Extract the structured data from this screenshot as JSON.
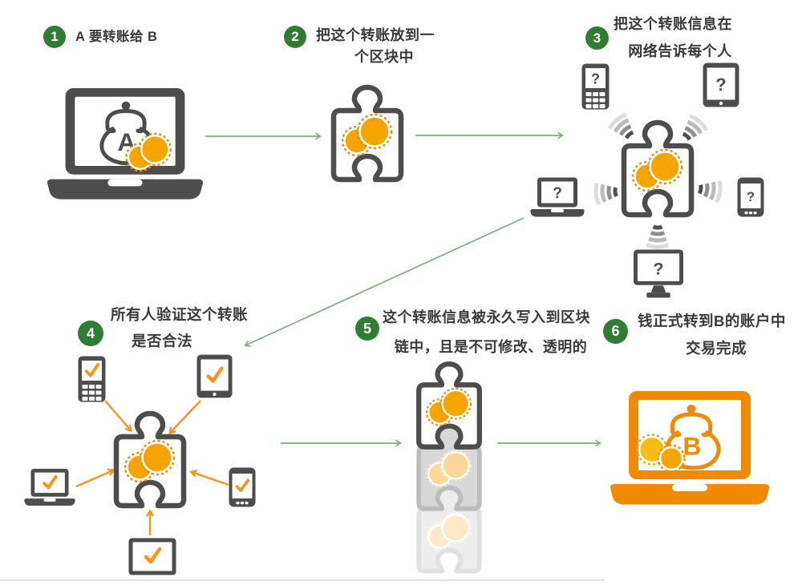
{
  "steps": [
    {
      "num": "1",
      "line1": "A 要转账给 B",
      "line2": ""
    },
    {
      "num": "2",
      "line1": "把这个转账放到一",
      "line2": "个区块中"
    },
    {
      "num": "3",
      "line1": "把这个转账信息在",
      "line2": "网络告诉每个人"
    },
    {
      "num": "4",
      "line1": "所有人验证这个转账",
      "line2": "是否合法"
    },
    {
      "num": "5",
      "line1": "这个转账信息被永久写入到区块",
      "line2": "链中，且是不可修改、透明的"
    },
    {
      "num": "6",
      "line1": "钱正式转到B的账户中",
      "line2": "交易完成"
    }
  ],
  "labels": {
    "sender": "A",
    "receiver": "B",
    "unknown": "?"
  },
  "icons": [
    "laptop-icon",
    "coin-purse-icon",
    "coins-icon",
    "puzzle-block-icon",
    "feature-phone-icon",
    "tablet-icon",
    "smartphone-icon",
    "monitor-icon",
    "screen-icon",
    "signal-waves-icon",
    "checkmark-icon",
    "arrow-icon",
    "step-number-badge"
  ],
  "colors": {
    "green": "#2E7D32",
    "arrow-green": "#79AF79",
    "device-gray": "#4D4D4D",
    "text-color": "#3A3A3A",
    "orange": "#F6A500",
    "orange-dark": "#EF8E00",
    "check-orange": "#F7941D",
    "laptop-orange": "#F18A00",
    "coin-yellow": "#F9BC15",
    "coin-yellow-dash": "#F2A400",
    "divider": "#E0E0E0",
    "puzzle-fade-fill-1": "#D8D8D8",
    "puzzle-fade-stroke-1": "#BDBDBD",
    "puzzle-fade-fill-2": "#EDEDED",
    "puzzle-fade-stroke-2": "#E0E0E0",
    "coin-fade-fill-1": "#FBD79C",
    "coin-fade-dash-1": "#FBE6C6",
    "coin-fade-fill-2": "#FDE8C7",
    "coin-fade-dash-2": "#FDF2E0"
  }
}
